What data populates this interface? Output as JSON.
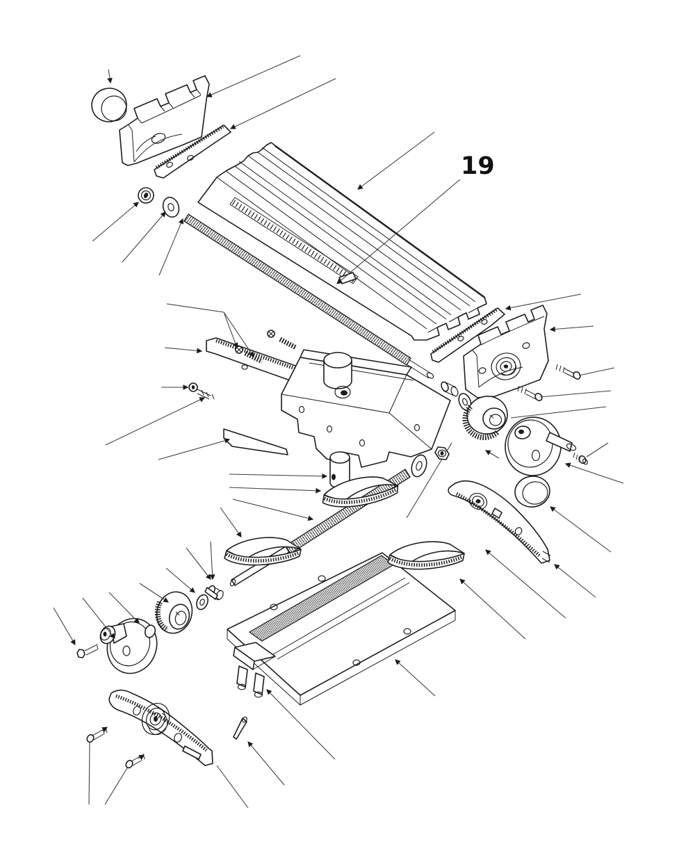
{
  "figure": {
    "type": "exploded-parts-diagram",
    "subject": "cross-slide milling table assembly",
    "part_label": "19",
    "background_color": "#ffffff",
    "line_color": "#1c1c1c"
  }
}
